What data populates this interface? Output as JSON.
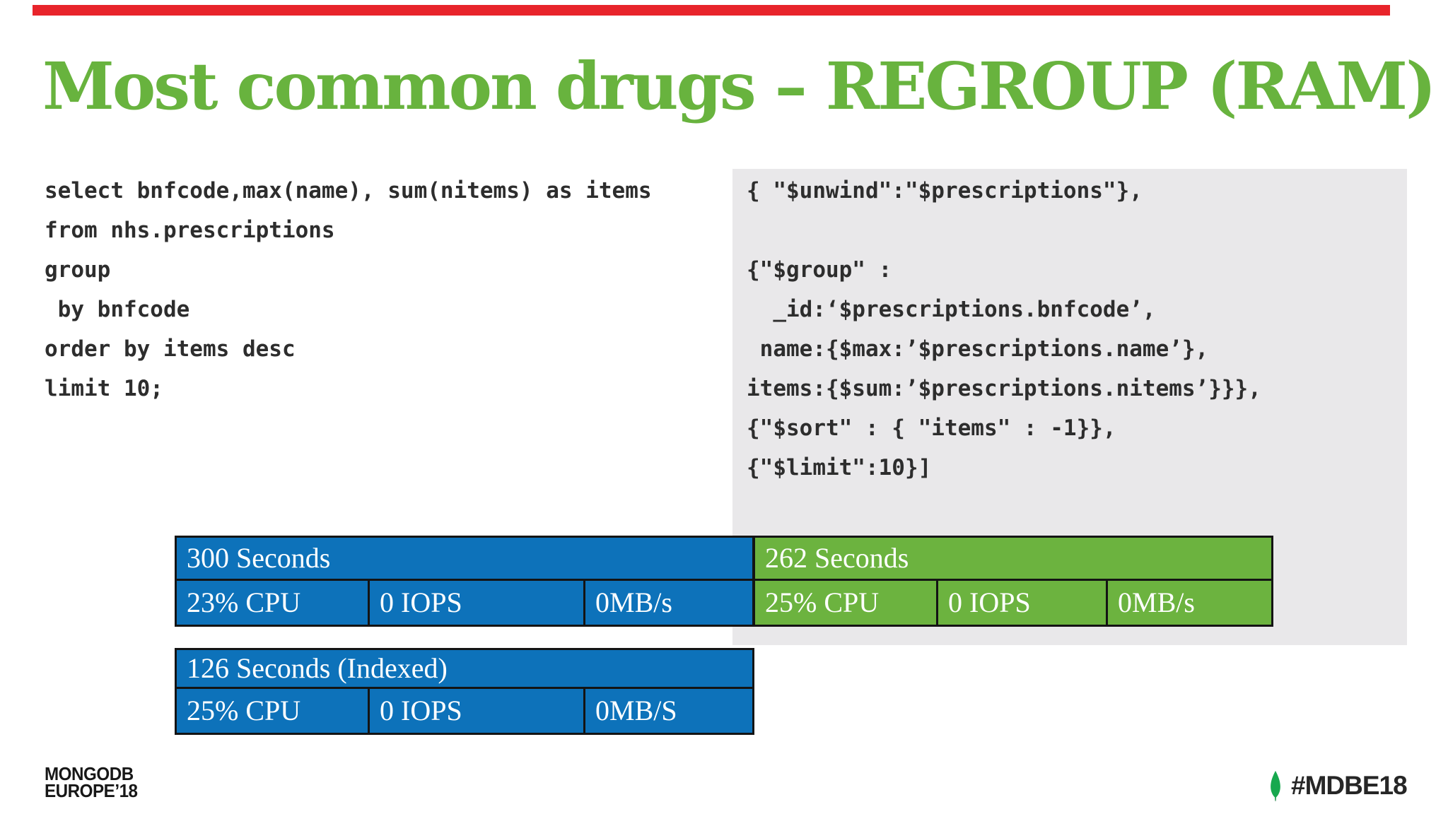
{
  "slide": {
    "title": "Most common drugs – REGROUP (RAM)",
    "title_color": "#68b33e",
    "accent_bar_color": "#e8242b",
    "panel_color": "#e9e8ea",
    "table_blue": "#0d72ba",
    "table_green": "#6cb33f"
  },
  "sql_code": {
    "lines": [
      "select bnfcode,max(name), sum(nitems) as items",
      "from nhs.prescriptions",
      "group",
      " by bnfcode",
      "order by items desc",
      "limit 10;"
    ]
  },
  "mongo_code": {
    "lines": [
      "{ \"$unwind\":\"$prescriptions\"},",
      "",
      "{\"$group\" :",
      "  _id:‘$prescriptions.bnfcode’,",
      " name:{$max:’$prescriptions.name’},",
      "items:{$sum:’$prescriptions.nitems’}}},",
      "{\"$sort\" : { \"items\" : -1}},",
      "{\"$limit\":10}]"
    ]
  },
  "benchmarks": {
    "postgres": {
      "header": "300 Seconds",
      "cells": [
        "23% CPU",
        "0 IOPS",
        "0MB/s"
      ]
    },
    "mongodb": {
      "header": "262 Seconds",
      "cells": [
        "25% CPU",
        "0 IOPS",
        "0MB/s"
      ]
    },
    "postgres_indexed": {
      "header": "126 Seconds (Indexed)",
      "cells": [
        "25% CPU",
        "0 IOPS",
        "0MB/S"
      ]
    }
  },
  "footer": {
    "brand_line1": "MONGODB",
    "brand_line2": "EUROPE’18",
    "hashtag": "#MDBE18",
    "leaf_color": "#17a84e"
  }
}
